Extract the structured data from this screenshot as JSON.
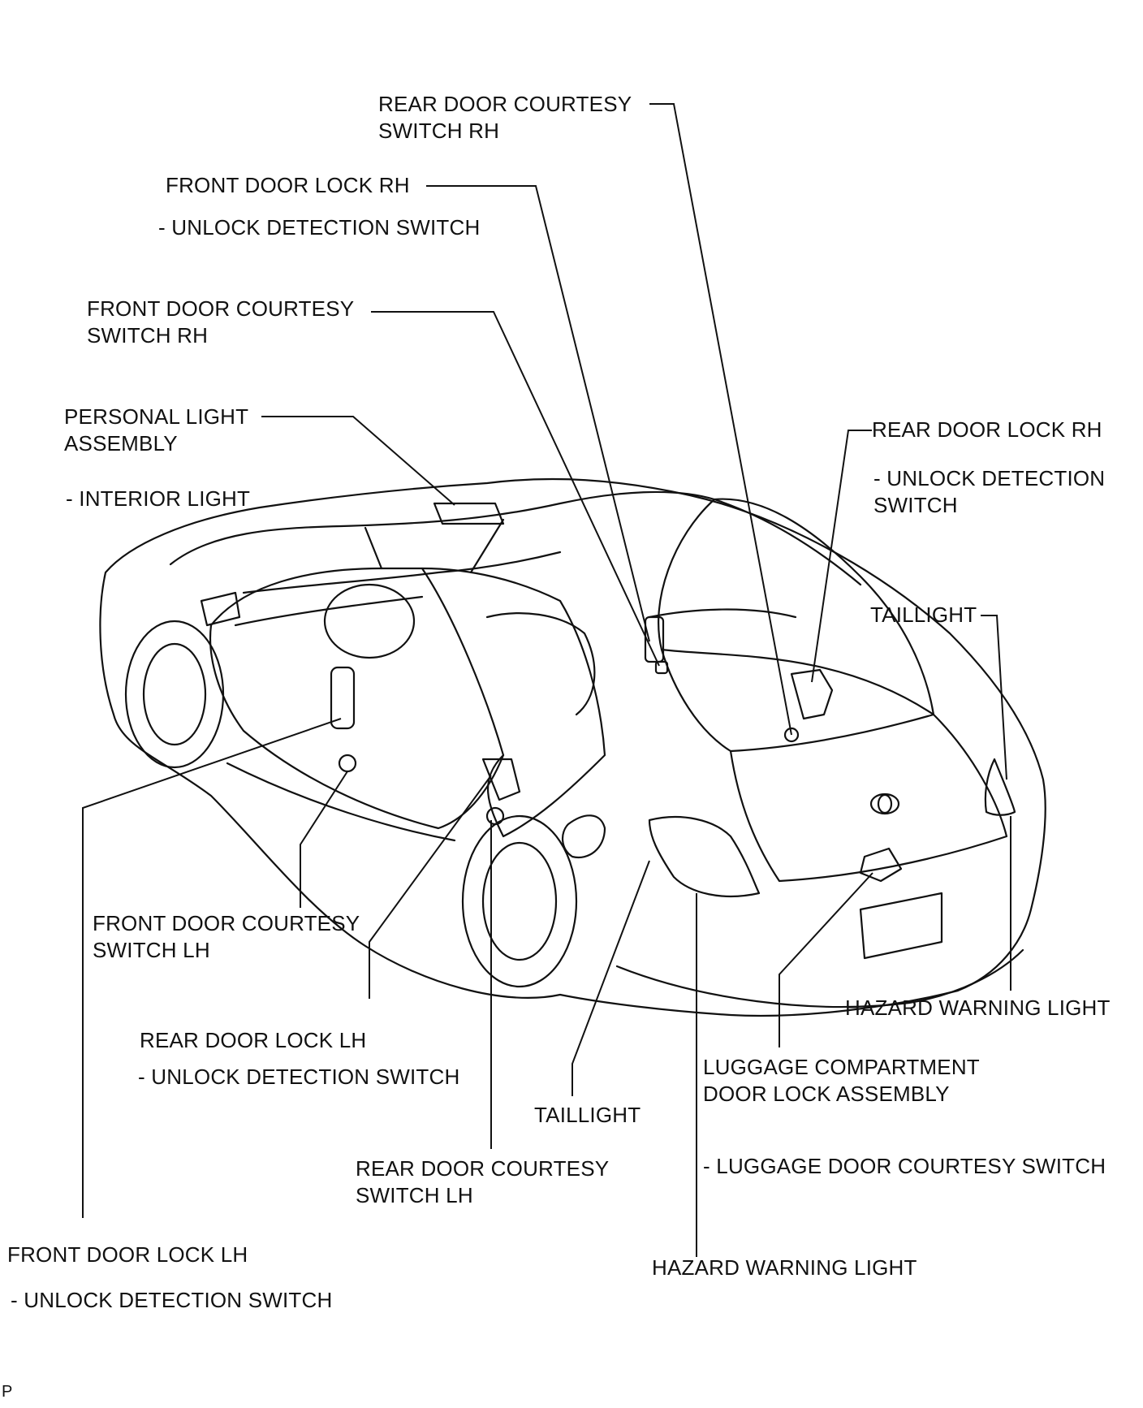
{
  "labels": {
    "rear_door_courtesy_rh": [
      "REAR DOOR COURTESY",
      "SWITCH RH"
    ],
    "front_door_lock_rh": "FRONT DOOR LOCK RH",
    "front_door_lock_rh_sub": "- UNLOCK DETECTION SWITCH",
    "front_door_courtesy_rh": [
      "FRONT DOOR COURTESY",
      "SWITCH RH"
    ],
    "personal_light": [
      "PERSONAL LIGHT",
      "ASSEMBLY"
    ],
    "personal_light_sub": "- INTERIOR LIGHT",
    "rear_door_lock_rh": "REAR DOOR LOCK RH",
    "rear_door_lock_rh_sub": [
      "- UNLOCK DETECTION",
      "SWITCH"
    ],
    "taillight_right": "TAILLIGHT",
    "front_door_courtesy_lh": [
      "FRONT DOOR COURTESY",
      "SWITCH LH"
    ],
    "rear_door_lock_lh": "REAR DOOR LOCK LH",
    "rear_door_lock_lh_sub": "- UNLOCK DETECTION SWITCH",
    "hazard_right": "HAZARD WARNING LIGHT",
    "luggage_lock": [
      "LUGGAGE COMPARTMENT",
      "DOOR LOCK ASSEMBLY"
    ],
    "taillight_center": "TAILLIGHT",
    "rear_door_courtesy_lh": [
      "REAR DOOR COURTESY",
      "SWITCH LH"
    ],
    "luggage_courtesy": "- LUGGAGE DOOR COURTESY SWITCH",
    "front_door_lock_lh": "FRONT DOOR LOCK LH",
    "front_door_lock_lh_sub": "- UNLOCK DETECTION SWITCH",
    "hazard_center": "HAZARD WARNING LIGHT",
    "corner_mark": "P"
  }
}
